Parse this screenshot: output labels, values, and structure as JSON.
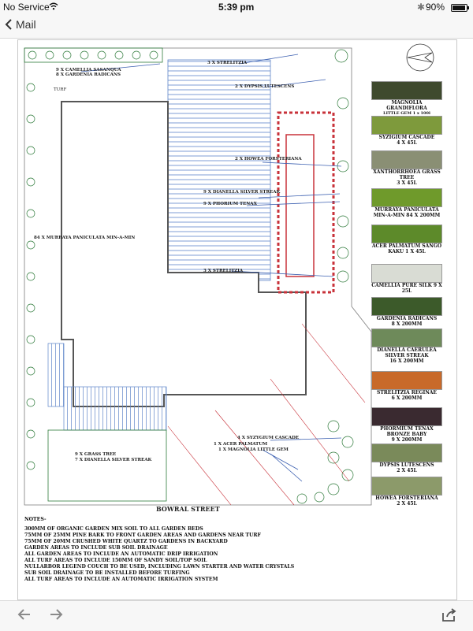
{
  "status": {
    "carrier": "No Service",
    "time": "5:39 pm",
    "battery": "90%"
  },
  "nav": {
    "back_label": "Mail"
  },
  "plan": {
    "street_name": "BOWRAL STREET",
    "labels": [
      "9 X CAMELLIA SASANQUA",
      "8 X GARDENIA RADICANS",
      "TURF",
      "3 X STRELITZIA",
      "2 X DYPSIS LUTESCENS",
      "2 X HOWEA FORSTERIANA",
      "9 X DIANELLA SILVER STREAK",
      "9 X PHORIUM TENAX",
      "84 X MURRAYA PANICULATA MIN-A-MIN",
      "3 X STRELITZIA",
      "4 X SYZYGIUM CASCADE",
      "1 X ACER PALMATUM",
      "1 X MAGNOLIA LITTLE GEM",
      "9 X GRASS TREE",
      "7 X DIANELLA SILVER STREAK"
    ],
    "plants": [
      {
        "name": "MAGNOLIA GRANDIFLORA",
        "detail": "LITTLE GEM 1 x 100l",
        "color": "#3f4a2e"
      },
      {
        "name": "SYZIGIUM CASCADE",
        "detail": "4 X 45L",
        "color": "#7e9a3c"
      },
      {
        "name": "XANTHORRHOEA GRASS TREE",
        "detail": "3 X 45L",
        "color": "#8a8f74"
      },
      {
        "name": "MURRAYA PANICULATA MIN-A-MIN 84 X 200MM",
        "detail": "",
        "color": "#6f9a2b"
      },
      {
        "name": "ACER PALMATUM SANGO KAKU 1 X 45L",
        "detail": "",
        "color": "#5d8a2a"
      },
      {
        "name": "CAMELLIA PURE SILK 9 X 25L",
        "detail": "",
        "color": "#d9dcd4"
      },
      {
        "name": "GARDENIA RADICANS",
        "detail": "8 X 200MM",
        "color": "#3c5a2a"
      },
      {
        "name": "DIANELLA CAERULEA SILVER STREAK",
        "detail": "16 X 200MM",
        "color": "#6e8a5a"
      },
      {
        "name": "STRELITZIA REGINAE",
        "detail": "6 X 200MM",
        "color": "#c86a2a"
      },
      {
        "name": "PHORMIUM TENAX BRONZE BABY",
        "detail": "9 X 200MM",
        "color": "#3a2a30"
      },
      {
        "name": "DYPSIS LUTESCENS",
        "detail": "2 X 45L",
        "color": "#7a8a5a"
      },
      {
        "name": "HOWEA FORSTERIANA",
        "detail": "2 X 45L",
        "color": "#8c9a6a"
      }
    ],
    "notes_title": "NOTES-",
    "notes": [
      "300MM OF ORGANIC GARDEN MIX SOIL TO ALL GARDEN BEDS",
      "75MM OF 25MM PINE BARK TO FRONT GARDEN AREAS AND GARDENS NEAR TURF",
      "75MM OF 20MM CRUSHED WHITE QUARTZ TO GARDENS IN BACKYARD",
      "GARDEN AREAS TO INCLUDE SUB SOIL DRAINAGE",
      "ALL GARDEN AREAS TO INCLUDE AN AUTOMATIC DRIP IRRIGATION",
      "ALL TURF AREAS TO INCLUDE 150MM OF SANDY SOIL/TOP SOIL",
      "NULLARBOR LEGEND COUCH TO BE USED, INCLUDING LAWN STARTER AND WATER CRYSTALS",
      "SUB SOIL DRAINAGE TO BE INSTALLED BEFORE TURFING",
      "ALL TURF AREAS TO INCLUDE AN AUTOMATIC IRRIGATION SYSTEM"
    ]
  },
  "colors": {
    "deck_blue": "#5f86c9",
    "hedge_green": "#2e7a3a",
    "hatch_red": "#c8323a",
    "arrow_blue": "#3b5fb0"
  },
  "toolbar": {
    "icons": [
      "arrow-left-icon",
      "arrow-right-icon",
      "share-icon"
    ]
  }
}
